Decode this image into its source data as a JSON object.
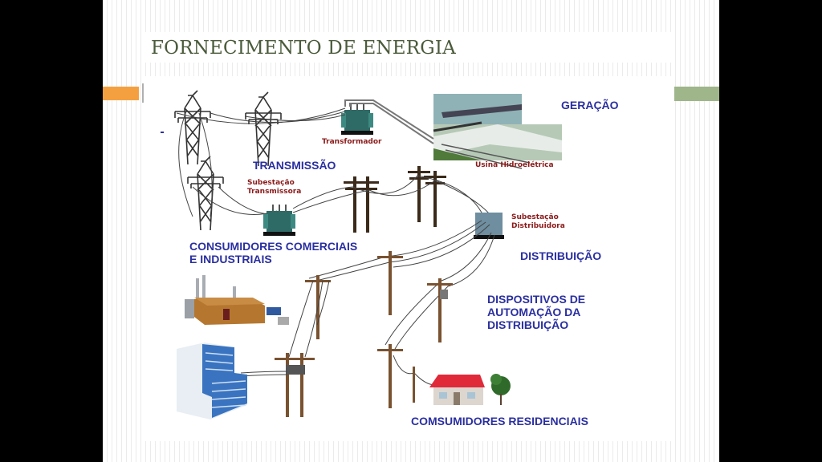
{
  "slide": {
    "title": "FORNECIMENTO DE ENERGIA",
    "colors": {
      "title": "#4a5a3a",
      "accent_left": "#f5a040",
      "accent_right": "#9fb58a",
      "label_blue": "#2a2fa0",
      "label_red": "#8b1a1a"
    }
  },
  "diagram": {
    "labels": {
      "geracao": "GERAÇÃO",
      "transformador": "Transformador",
      "usina": "Usina Hidroelétrica",
      "transmissao": "TRANSMISSÃO",
      "subestacao_transmissora_1": "Subestação",
      "subestacao_transmissora_2": "Transmissora",
      "subestacao_distribuidora_1": "Subestação",
      "subestacao_distribuidora_2": "Distribuidora",
      "consumidores_comerciais_1": "CONSUMIDORES COMERCIAIS",
      "consumidores_comerciais_2": "E INDUSTRIAIS",
      "distribuicao": "DISTRIBUIÇÃO",
      "dispositivos_1": "DISPOSITIVOS DE",
      "dispositivos_2": "AUTOMAÇÃO DA",
      "dispositivos_3": "DISTRIBUIÇÃO",
      "residenciais": "COMSUMIDORES RESIDENCIAIS"
    },
    "icons": [
      "transmission-tower-icon",
      "transformer-icon",
      "hydroelectric-dam-image",
      "utility-pole-icon",
      "factory-icon",
      "office-building-icon",
      "house-icon",
      "tree-icon"
    ]
  }
}
